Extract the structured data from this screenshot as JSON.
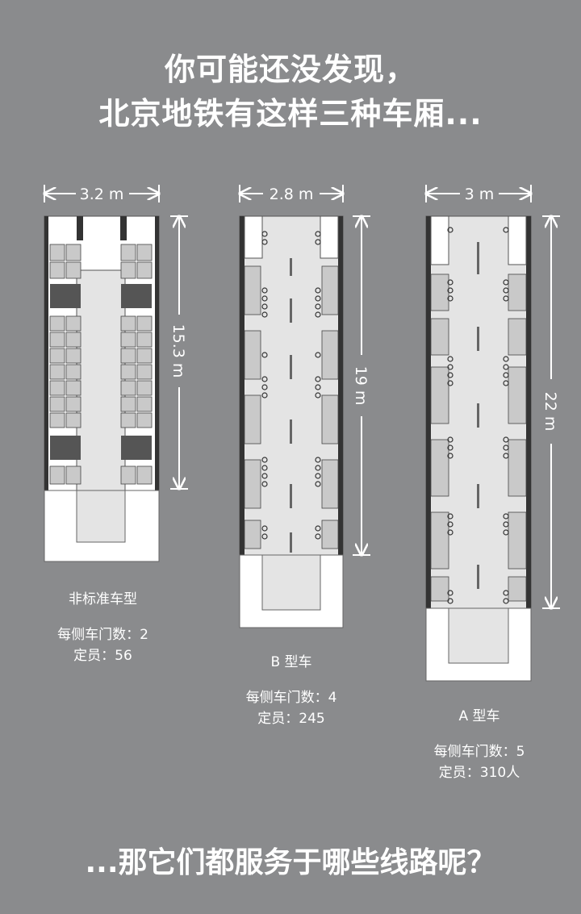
{
  "title": {
    "line1": "你可能还没发现，",
    "line2": "北京地铁有这样三种车厢..."
  },
  "footer": "...那它们都服务于哪些线路呢？",
  "cars": [
    {
      "width_label": "3.2 m",
      "length_label": "15.3 m",
      "type": "非标准车型",
      "doors": "每侧车门数：2",
      "capacity": "定员：56"
    },
    {
      "width_label": "2.8 m",
      "length_label": "19 m",
      "type": "B 型车",
      "doors": "每侧车门数：4",
      "capacity": "定员：245"
    },
    {
      "width_label": "3 m",
      "length_label": "22 m",
      "type": "A 型车",
      "doors": "每侧车门数：5",
      "capacity": "定员：310人"
    }
  ],
  "colors": {
    "background": "#8a8b8d",
    "floor": "#e4e4e4",
    "seat": "#c9c9c9",
    "outline": "#333333",
    "white": "#ffffff"
  }
}
